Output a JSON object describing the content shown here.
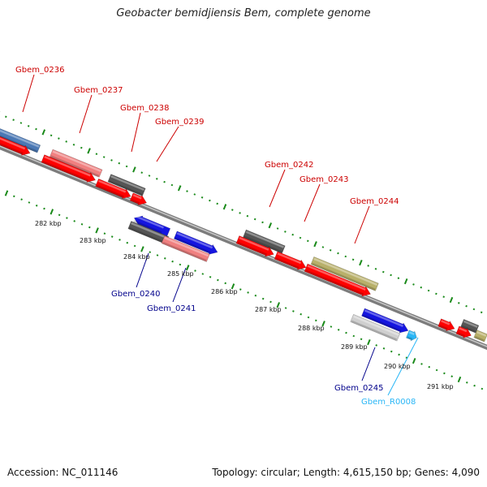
{
  "title": "Geobacter bemidjiensis Bem, complete genome",
  "accession": "Accession: NC_011146",
  "topology": "Topology: circular; Length: 4,615,150 bp; Genes: 4,090",
  "colors": {
    "cds_strand": "#ff0000",
    "gene_grey": "#555555",
    "gene_pink": "#f08080",
    "gene_steelblue": "#4a78b5",
    "gene_olive": "#b8b06a",
    "gene_blue": "#1515e0",
    "gene_lightgrey": "#cfcfcf",
    "rna": "#29b6f6",
    "tick": "#1a8a1a",
    "label_top": "#cc0000",
    "label_bottom": "#00008b",
    "label_rna": "#29b6f6",
    "backbone": "#888888"
  },
  "gene_labels_top": [
    "Gbem_0236",
    "Gbem_0237",
    "Gbem_0238",
    "Gbem_0239",
    "Gbem_0242",
    "Gbem_0243",
    "Gbem_0244"
  ],
  "gene_labels_bottom": [
    "Gbem_0240",
    "Gbem_0241",
    "Gbem_0245"
  ],
  "rna_label": "Gbem_R0008",
  "kbp_labels": [
    "282 kbp",
    "283 kbp",
    "284 kbp",
    "285 kbp",
    "286 kbp",
    "287 kbp",
    "288 kbp",
    "289 kbp",
    "290 kbp",
    "291 kbp"
  ]
}
